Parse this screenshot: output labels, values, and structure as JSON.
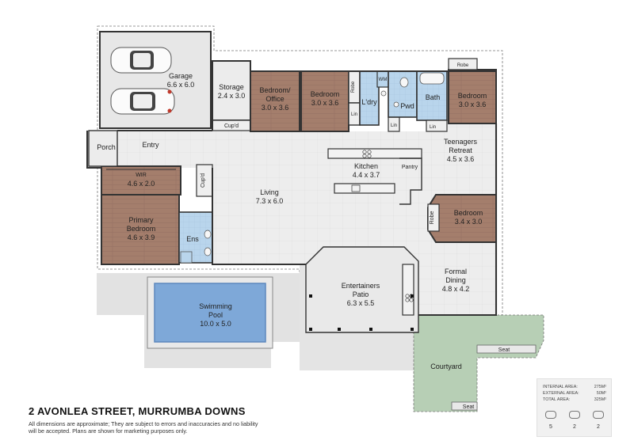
{
  "rooms": {
    "garage": {
      "name": "Garage",
      "size": "6.6 x 6.0"
    },
    "storage": {
      "name": "Storage",
      "size": "2.4 x 3.0"
    },
    "office": {
      "name1": "Bedroom/",
      "name2": "Office",
      "size": "3.0 x 3.6"
    },
    "bedroom2": {
      "name": "Bedroom",
      "size": "3.0 x 3.6"
    },
    "bedroom3": {
      "name": "Bedroom",
      "size": "3.0 x 3.6"
    },
    "bedroom4": {
      "name": "Bedroom",
      "size": "3.4 x 3.0"
    },
    "laundry": {
      "name": "L'dry"
    },
    "powder": {
      "name": "Pwd"
    },
    "bath": {
      "name": "Bath"
    },
    "teen": {
      "name1": "Teenagers",
      "name2": "Retreat",
      "size": "4.5 x 3.6"
    },
    "kitchen": {
      "name": "Kitchen",
      "size": "4.4 x 3.7"
    },
    "pantry": {
      "name": "Pantry"
    },
    "living": {
      "name": "Living",
      "size": "7.3 x 6.0"
    },
    "wir": {
      "name": "WIR",
      "size": "4.6 x 2.0"
    },
    "primary": {
      "name1": "Primary",
      "name2": "Bedroom",
      "size": "4.6 x 3.9"
    },
    "ensuite": {
      "name": "Ens"
    },
    "porch": {
      "name": "Porch"
    },
    "entry": {
      "name": "Entry"
    },
    "dining": {
      "name1": "Formal",
      "name2": "Dining",
      "size": "4.8 x 4.2"
    },
    "patio": {
      "name1": "Entertainers",
      "name2": "Patio",
      "size": "6.3 x 5.5"
    },
    "pool": {
      "name1": "Swimming",
      "name2": "Pool",
      "size": "10.0 x 5.0"
    },
    "courtyard": {
      "name": "Courtyard"
    }
  },
  "fixtures": {
    "robe": "Robe",
    "lin": "Lin",
    "wm": "WM",
    "cupd": "Cup'd",
    "seat": "Seat"
  },
  "address": "2 AVONLEA STREET, MURRUMBA DOWNS",
  "disclaimer": "All dimensions are approximate; They are subject to errors and inaccuracies and no liability will be accepted. Plans are shown for marketing purposes only.",
  "areas": {
    "internal": {
      "label": "INTERNAL AREA:",
      "value": "275M²"
    },
    "external": {
      "label": "EXTERNAL AREA:",
      "value": "50M²"
    },
    "total": {
      "label": "TOTAL AREA:",
      "value": "325M²"
    }
  },
  "counts": {
    "bedrooms": "5",
    "bathrooms": "2",
    "cars": "2"
  },
  "colors": {
    "wood": "#a47e6c",
    "tile": "#ececec",
    "wet": "#b6d3ea",
    "pool": "#7ea8d8",
    "garden": "#b7cfb5",
    "concrete": "#e1e1e1",
    "wall": "#333333"
  }
}
